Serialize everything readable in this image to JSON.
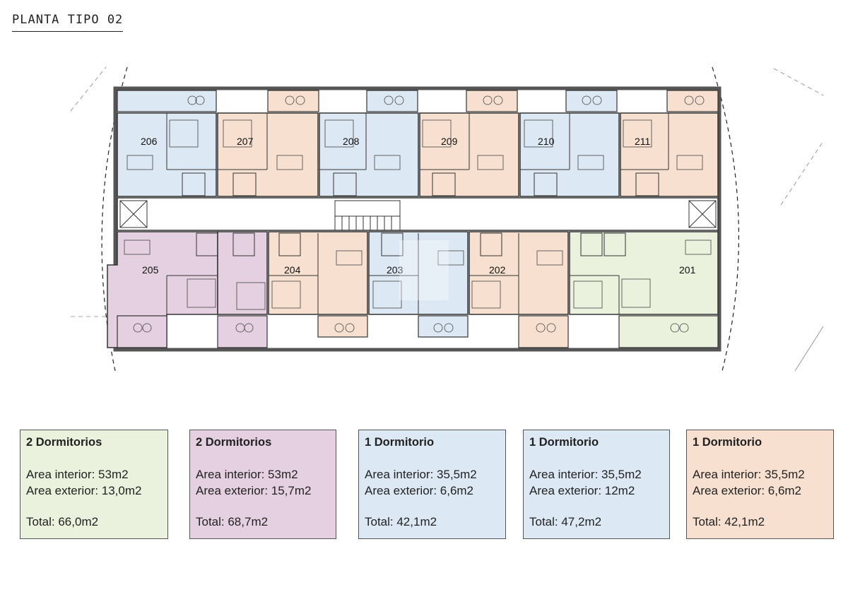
{
  "title": "PLANTA TIPO 02",
  "colors": {
    "green": "#eaf1dc",
    "purple": "#e4d0e0",
    "blue": "#dce8f3",
    "orange": "#f7e0d0",
    "wall": "#333333"
  },
  "units": {
    "u206": "206",
    "u207": "207",
    "u208": "208",
    "u209": "209",
    "u210": "210",
    "u211": "211",
    "u205": "205",
    "u204": "204",
    "u203": "203",
    "u202": "202",
    "u201": "201"
  },
  "legend": [
    {
      "title": "2 Dormitorios",
      "interior": "Area interior: 53m2",
      "exterior": "Area exterior: 13,0m2",
      "total": "Total: 66,0m2",
      "color": "#eaf1dc"
    },
    {
      "title": "2 Dormitorios",
      "interior": "Area interior: 53m2",
      "exterior": "Area exterior: 15,7m2",
      "total": "Total: 68,7m2",
      "color": "#e4d0e0"
    },
    {
      "title": "1 Dormitorio",
      "interior": "Area interior: 35,5m2",
      "exterior": "Area exterior: 6,6m2",
      "total": "Total: 42,1m2",
      "color": "#dce8f3"
    },
    {
      "title": "1 Dormitorio",
      "interior": "Area interior: 35,5m2",
      "exterior": "Area exterior: 12m2",
      "total": "Total: 47,2m2",
      "color": "#dce8f3"
    },
    {
      "title": "1 Dormitorio",
      "interior": "Area interior: 35,5m2",
      "exterior": "Area exterior: 6,6m2",
      "total": "Total: 42,1m2",
      "color": "#f7e0d0"
    }
  ]
}
